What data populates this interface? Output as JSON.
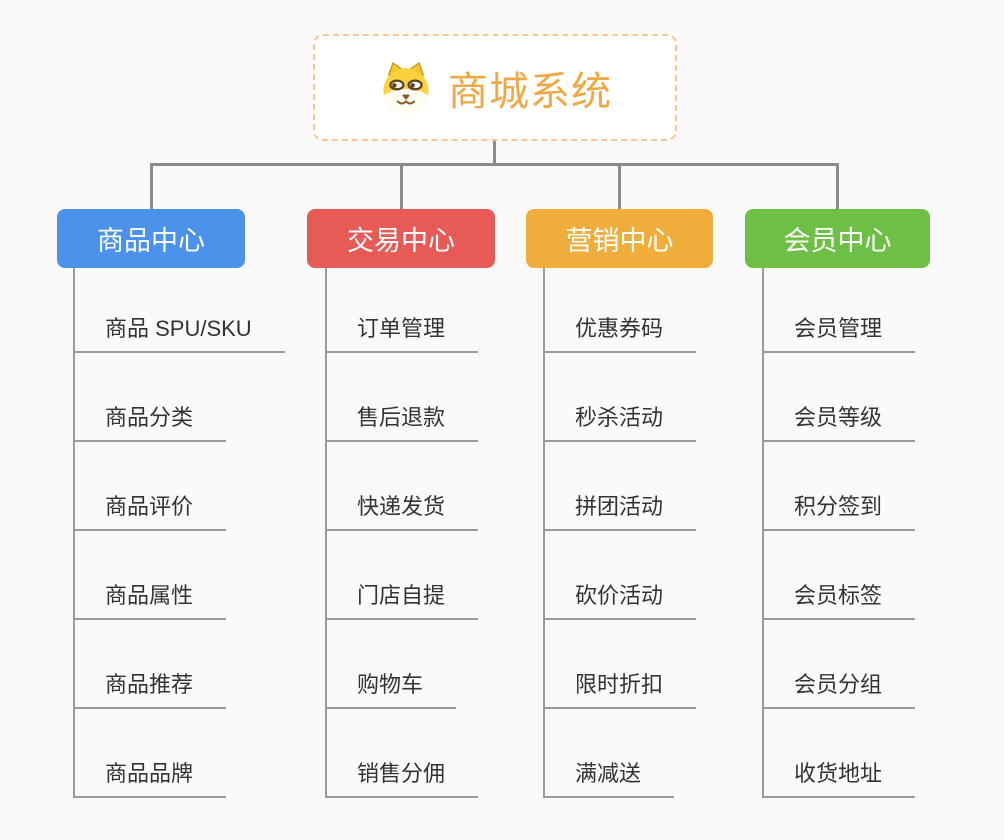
{
  "diagram": {
    "background": "#fafafa",
    "connector_color": "#8c8c8c",
    "leaf_line_color": "#9a9a9a",
    "leaf_text_color": "#333333"
  },
  "root": {
    "title": "商城系统",
    "icon": "shiba-dog-icon",
    "title_color": "#f0a843",
    "border_color": "#f6c88d"
  },
  "branches": [
    {
      "id": "product-center",
      "label": "商品中心",
      "color": "#4b92eb",
      "children": [
        "商品 SPU/SKU",
        "商品分类",
        "商品评价",
        "商品属性",
        "商品推荐",
        "商品品牌"
      ]
    },
    {
      "id": "trade-center",
      "label": "交易中心",
      "color": "#e85a55",
      "children": [
        "订单管理",
        "售后退款",
        "快递发货",
        "门店自提",
        "购物车",
        "销售分佣"
      ]
    },
    {
      "id": "marketing-center",
      "label": "营销中心",
      "color": "#efae3c",
      "children": [
        "优惠券码",
        "秒杀活动",
        "拼团活动",
        "砍价活动",
        "限时折扣",
        "满减送"
      ]
    },
    {
      "id": "member-center",
      "label": "会员中心",
      "color": "#6ebf46",
      "children": [
        "会员管理",
        "会员等级",
        "积分签到",
        "会员标签",
        "会员分组",
        "收货地址"
      ]
    }
  ]
}
